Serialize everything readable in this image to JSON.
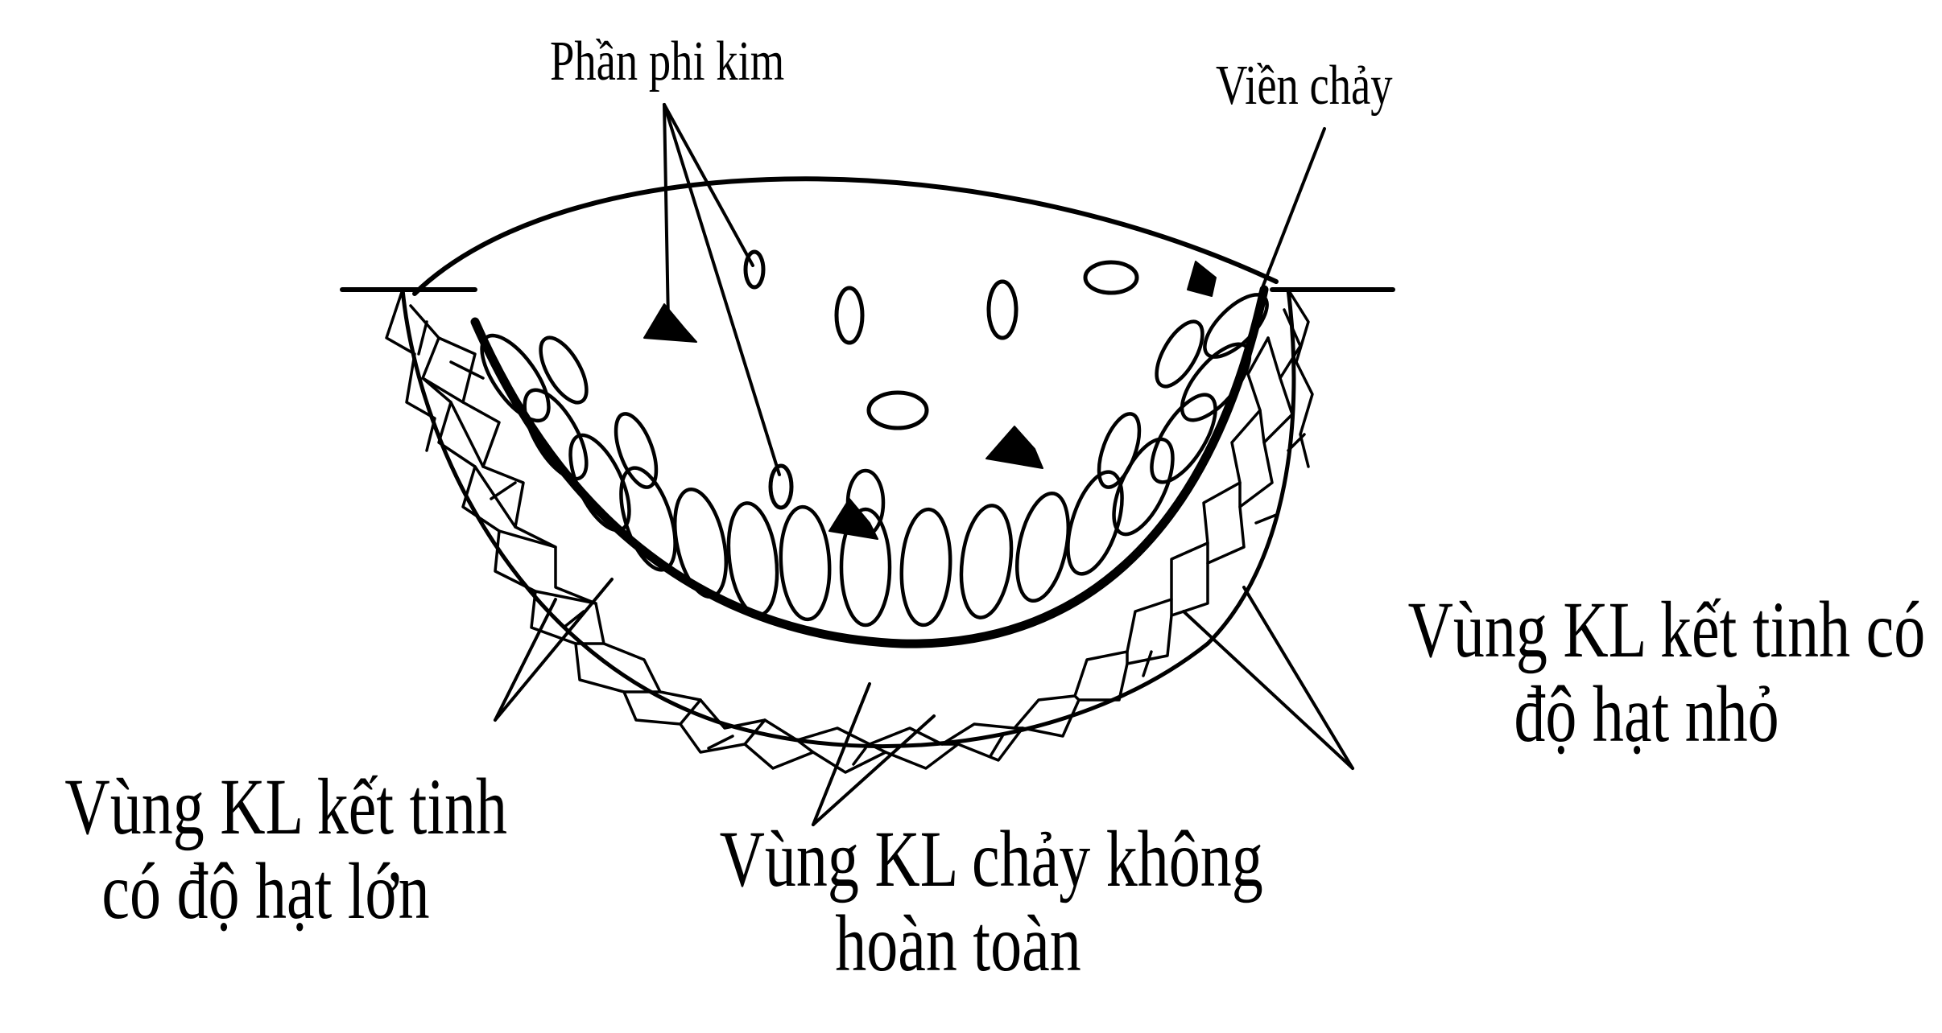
{
  "labels": {
    "phan_phi_kim": "Phần phi kim",
    "vien_chay": "Viền chảy",
    "vung_nho_line1": "Vùng KL kết tinh có",
    "vung_nho_line2": "độ hạt nhỏ",
    "vung_lon_line1": "Vùng KL kết tinh",
    "vung_lon_line2": "có độ hạt lớn",
    "vung_chay_line1": "Vùng KL chảy không",
    "vung_chay_line2": "hoàn toàn"
  },
  "colors": {
    "ink": "#000000",
    "background": "#ffffff"
  }
}
